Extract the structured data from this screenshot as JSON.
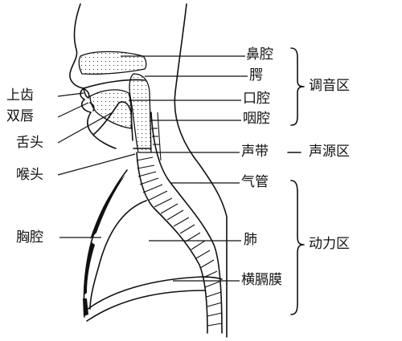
{
  "left_labels": {
    "upper_teeth": "上齿",
    "lips": "双唇",
    "tongue": "舌头",
    "larynx": "喉头",
    "chest_cavity": "胸腔"
  },
  "right_labels": {
    "nasal_cavity": "鼻腔",
    "palate": "腭",
    "oral_cavity": "口腔",
    "pharynx": "咽腔",
    "vocal_cords": "声带",
    "trachea": "气管",
    "lungs": "肺",
    "diaphragm": "横膈膜"
  },
  "groups": {
    "articulation": "调音区",
    "sound_source": "声源区",
    "power": "动力区"
  }
}
